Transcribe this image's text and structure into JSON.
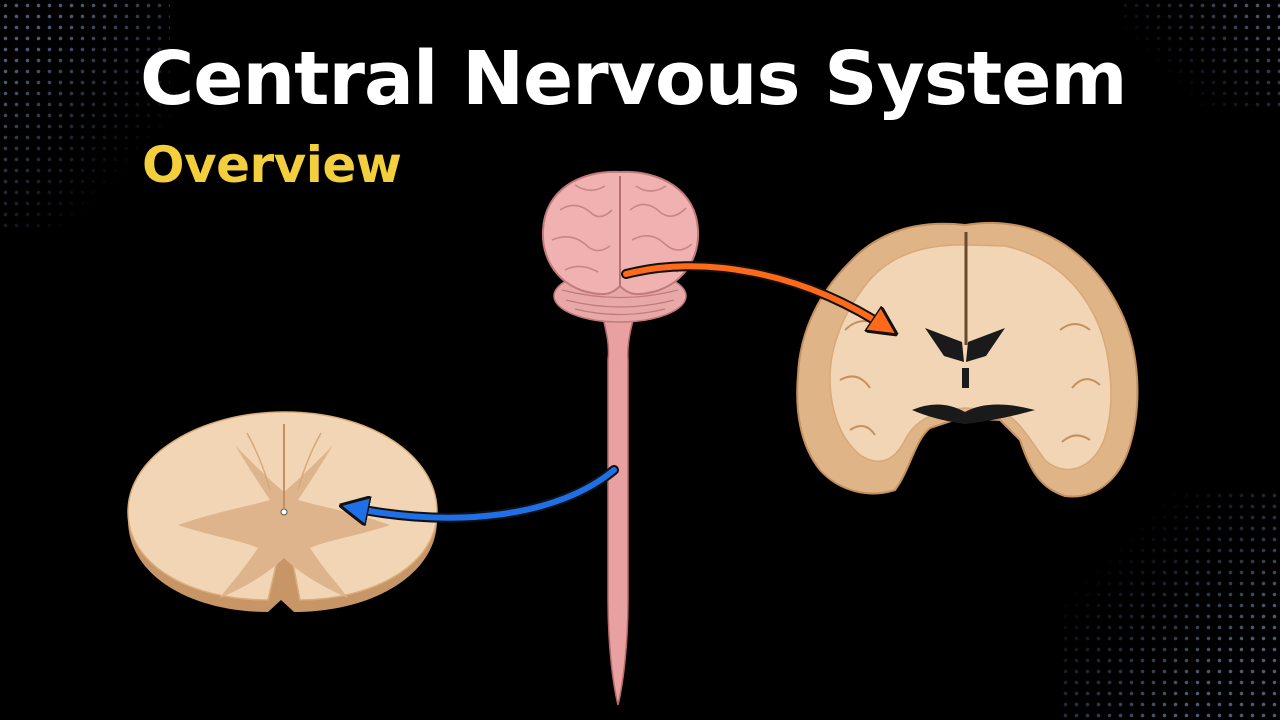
{
  "header": {
    "title": "Central Nervous System",
    "subtitle": "Overview"
  },
  "colors": {
    "background": "#000000",
    "title": "#ffffff",
    "subtitle": "#f3cf3d",
    "brain_arrow": "#ff6a1a",
    "spinal_arrow": "#1f6fe8",
    "tissue_white_matter": "#f2d5b4",
    "tissue_gray_matter": "#deb48c",
    "cns_pink": "#e8a0a0"
  },
  "illustrations": {
    "left": "spinal-cord-cross-section",
    "center": "brain-and-spinal-cord",
    "right": "brain-coronal-section"
  }
}
